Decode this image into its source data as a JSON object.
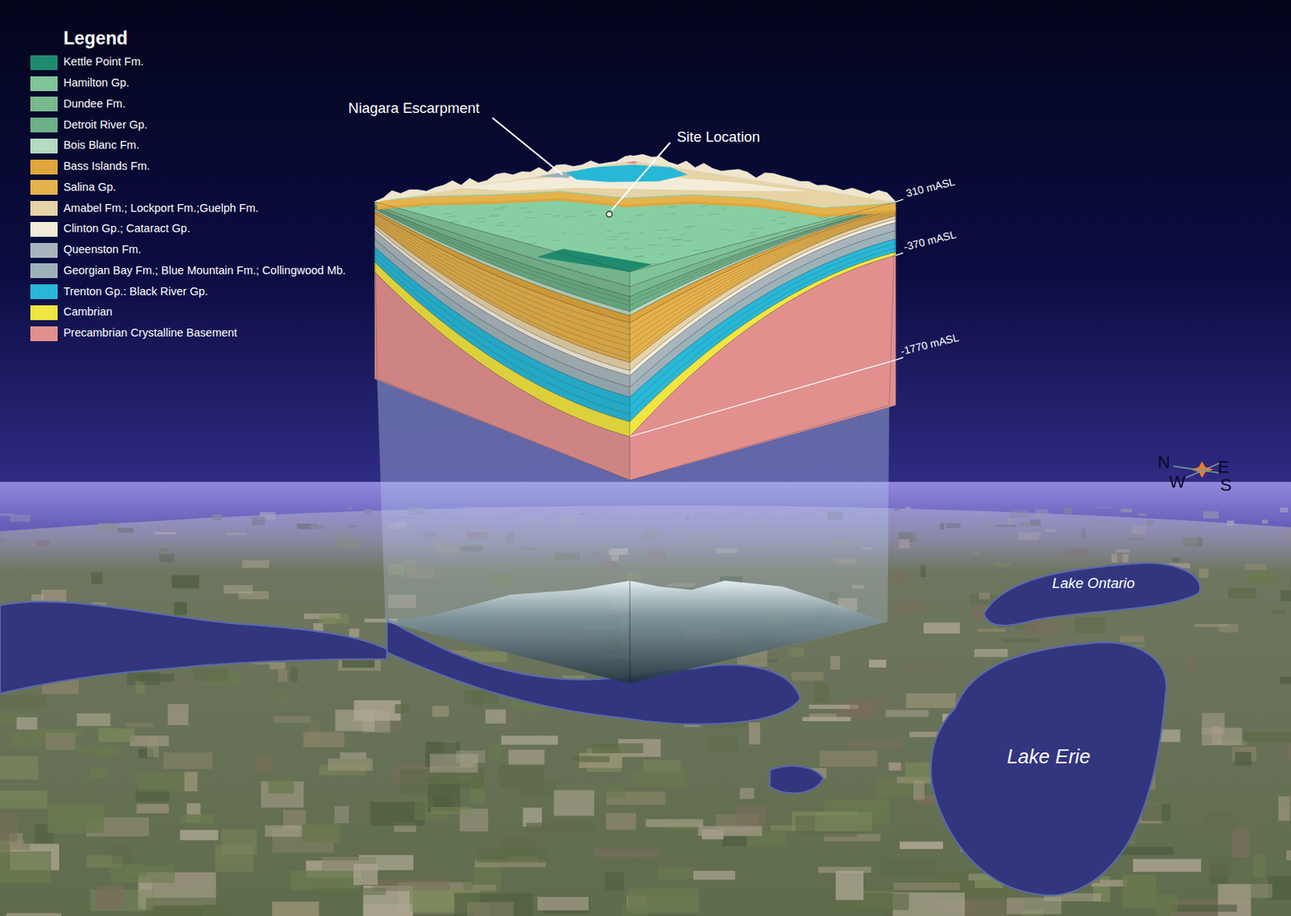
{
  "diagram": {
    "labels": [
      "Legend",
      "Niagara Escarpment",
      "Site Location",
      "310 mASL",
      "-370 mASL",
      "-1770 mASL",
      "N",
      "E",
      "W",
      "S",
      "Lake Ontario",
      "Lake Erie"
    ],
    "legend": [
      {
        "text": "Kettle Point Fm.",
        "color": "#1f8a6e"
      },
      {
        "text": "Hamilton Gp.",
        "color": "#80c49a"
      },
      {
        "text": "Dundee Fm.",
        "color": "#78b990"
      },
      {
        "text": "Detroit River Gp.",
        "color": "#6cb088"
      },
      {
        "text": "Bois Blanc Fm.",
        "color": "#b5dbc1"
      },
      {
        "text": "Bass Islands Fm.",
        "color": "#dea63c"
      },
      {
        "text": "Salina Gp.",
        "color": "#e6b24c"
      },
      {
        "text": "Amabel Fm.; Lockport Fm.;Guelph Fm.",
        "color": "#e6d3a6"
      },
      {
        "text": "Clinton Gp.; Cataract Gp.",
        "color": "#f3ecd9"
      },
      {
        "text": "Queenston Fm.",
        "color": "#a9b5bd"
      },
      {
        "text": "Georgian Bay Fm.; Blue Mountain Fm.; Collingwood Mb.",
        "color": "#9db2b8"
      },
      {
        "text": "Trenton Gp.: Black River Gp.",
        "color": "#27b8d8"
      },
      {
        "text": "Cambrian",
        "color": "#f1e541"
      },
      {
        "text": "Precambrian Crystalline Basement",
        "color": "#e1908e"
      }
    ]
  }
}
